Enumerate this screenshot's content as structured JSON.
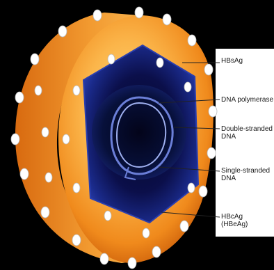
{
  "diagram": {
    "labels": {
      "hbsag": "HBsAg",
      "dna_polymerase": "DNA polymerase",
      "double_stranded_line1": "Double-stranded",
      "double_stranded_line2": "DNA",
      "single_stranded_line1": "Single-stranded",
      "single_stranded_line2": "DNA",
      "hbcag_line1": "HBcAg",
      "hbcag_line2": "(HBeAg)"
    },
    "colors": {
      "background": "#000000",
      "envelope_outer": "#f08a1c",
      "envelope_inner": "#fbb54a",
      "envelope_highlight": "#ffd77a",
      "capsid_dark": "#0b0f4a",
      "capsid_mid": "#1a2a8a",
      "capsid_edge": "#2a3fb0",
      "core": "#050828",
      "dna_strand": "#6b7fd8",
      "spike": "#ffffff",
      "leader_line": "#222222"
    }
  }
}
